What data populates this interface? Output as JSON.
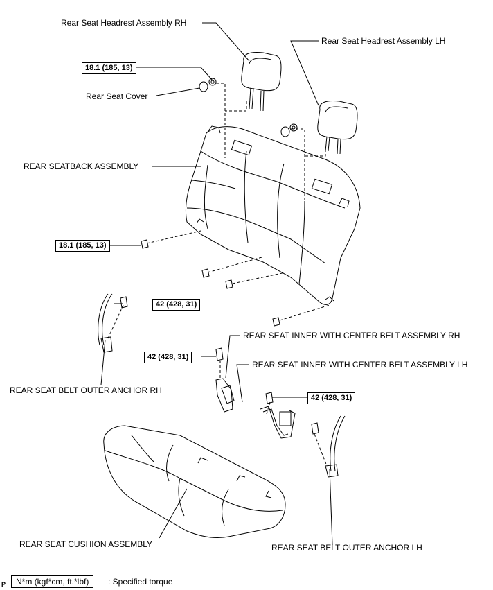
{
  "labels": {
    "headrest_rh": "Rear Seat Headrest Assembly RH",
    "headrest_lh": "Rear Seat Headrest Assembly LH",
    "seat_cover": "Rear Seat Cover",
    "seatback": "REAR SEATBACK ASSEMBLY",
    "inner_belt_rh": "REAR SEAT INNER WITH CENTER BELT ASSEMBLY RH",
    "inner_belt_lh": "REAR SEAT INNER WITH CENTER BELT ASSEMBLY LH",
    "outer_anchor_rh": "REAR SEAT BELT OUTER ANCHOR RH",
    "outer_anchor_lh": "REAR SEAT BELT OUTER ANCHOR LH",
    "cushion": "REAR SEAT CUSHION ASSEMBLY"
  },
  "torques": {
    "cover_nut": "18.1 (185, 13)",
    "seatback_bolt": "18.1 (185, 13)",
    "outer_anchor_rh": "42 (428, 31)",
    "inner_belt_rh": "42 (428, 31)",
    "inner_belt_lh": "42 (428, 31)"
  },
  "legend": {
    "mark": "P",
    "unit_box": "N*m (kgf*cm, ft.*lbf)",
    "text": ": Specified torque"
  }
}
